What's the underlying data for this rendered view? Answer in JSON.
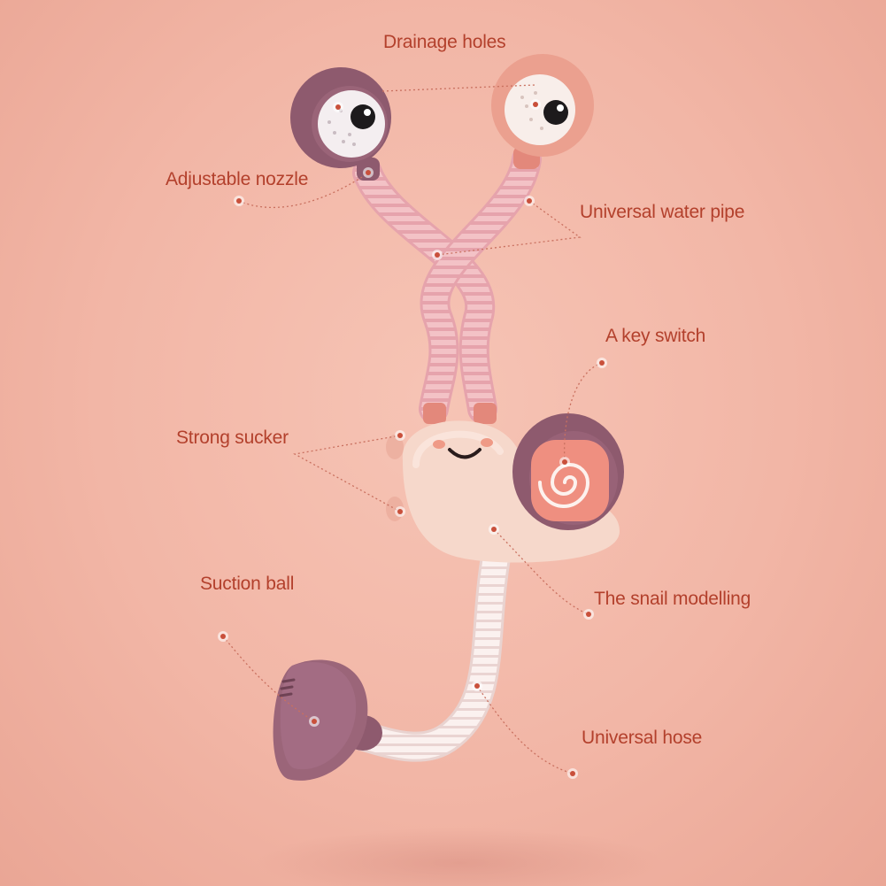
{
  "labels": {
    "drainage_holes": "Drainage holes",
    "adjustable_nozzle": "Adjustable nozzle",
    "universal_water_pipe": "Universal water pipe",
    "key_switch": "A key switch",
    "strong_sucker": "Strong sucker",
    "suction_ball": "Suction ball",
    "snail_modelling": "The snail modelling",
    "universal_hose": "Universal hose"
  },
  "colors": {
    "background": "#f2b6a6",
    "label_text": "#b3402c",
    "leader_line": "#c9705f",
    "marker_dot": "#c9503b",
    "purple_part": "#8e5a6e",
    "pink_part": "#eaa090",
    "snail_body": "#f6d6c8",
    "tube": "#f7e6e3"
  }
}
